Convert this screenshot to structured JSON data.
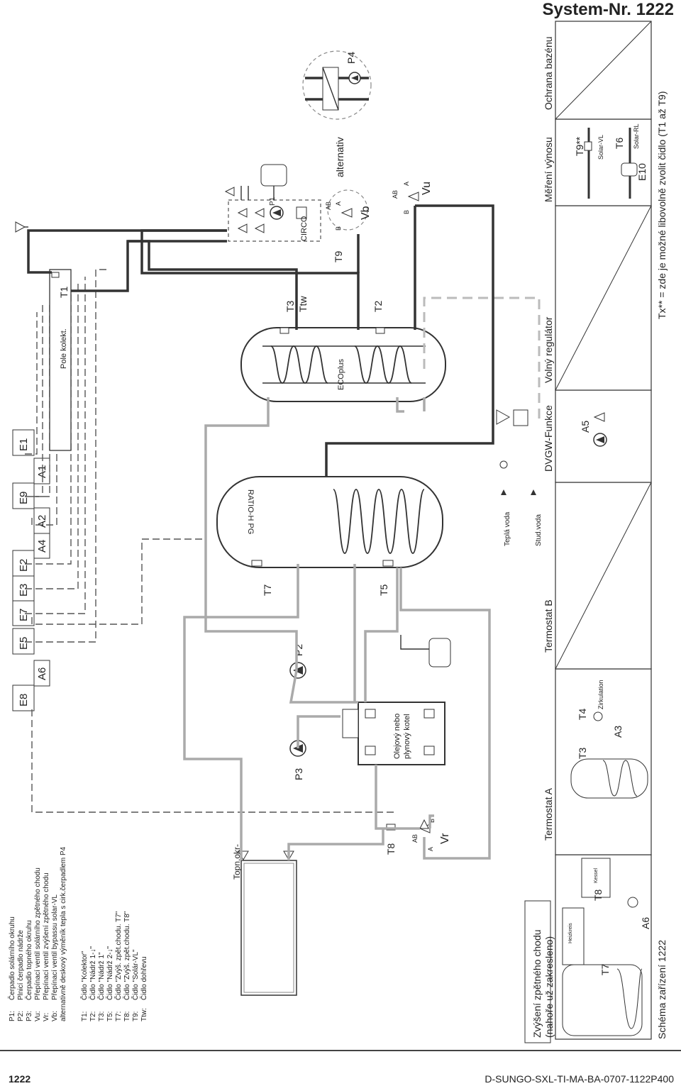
{
  "system_title": "System-Nr. 1222",
  "footer": {
    "page": "1222",
    "code": "D-SUNGO-SXL-TI-MA-BA-0707-1122P400"
  },
  "legend": {
    "pumps_valves": [
      {
        "key": "P1:",
        "text": "Čerpadlo solárního okruhu"
      },
      {
        "key": "P2:",
        "text": "Plnicí čerpadlo nádrže"
      },
      {
        "key": "P3:",
        "text": "Čerpadlo topného okruhu"
      },
      {
        "key": "Vu:",
        "text": "Přepínací ventil solárního zpětného chodu"
      },
      {
        "key": "Vr:",
        "text": "Přepínací ventil zvýšení zpětného chodu"
      },
      {
        "key": "Vb:",
        "text": "Přepínací ventil bypassu solar-VL"
      },
      {
        "key": "",
        "text": "alternativně deskový výměník tepla s cirk.čerpadlem P4"
      }
    ],
    "sensors": [
      {
        "key": "T1:",
        "text": "Čidlo \"Kolektor\""
      },
      {
        "key": "T2:",
        "text": "Čidlo \"Nádrž 1-↓\""
      },
      {
        "key": "T3:",
        "text": "Čidlo \"Nádrž 1\""
      },
      {
        "key": "T5:",
        "text": "Čidlo \"Nádrž 2-↓\""
      },
      {
        "key": "T7:",
        "text": "Čidlo \"Zvýš. zpět.chodu. T7\""
      },
      {
        "key": "T8:",
        "text": "Čidlo \"Zvýš. zpět.chodu. T8\""
      },
      {
        "key": "T9:",
        "text": "Čidlo \"Solár-VL\""
      },
      {
        "key": "Ttw:",
        "text": "Čidlo dohřevu"
      }
    ]
  },
  "terminals": {
    "top_row": [
      "E8",
      "E5",
      "E7",
      "E3",
      "E2",
      "E9",
      "E1"
    ],
    "bottom_row": [
      "A6",
      "A4",
      "A2",
      "A1"
    ]
  },
  "components": {
    "collector": "Pole kolekt.",
    "collector_sensor": "T1",
    "tank_eco": "ECOplus",
    "tank_ratio": "RATIO-H PG",
    "boiler": "Olejový nebo plynový kotel",
    "heating_circuit": "Topn.okr-",
    "circo": "CIRCO",
    "alternativ": "alternativ",
    "hot_water": "Teplá voda",
    "cold_water": "Stud.voda",
    "labels": {
      "T3": "T3",
      "Ttw": "Ttw",
      "T2": "T2",
      "T9": "T9",
      "T7": "T7",
      "T5": "T5",
      "T8": "T8",
      "P1": "P1",
      "P2": "P2",
      "P3": "P3",
      "P4": "P4",
      "Vu": "Vu",
      "Vb": "Vb",
      "Vr": "Vr",
      "A": "A",
      "B": "B",
      "AB": "AB"
    }
  },
  "panels": [
    {
      "title": "Zvýšení zpětného chodu",
      "subtitle": "(nahoře už zakresleno)",
      "labels": [
        "T7",
        "T8",
        "A6",
        "Heizkreis",
        "Kessel"
      ]
    },
    {
      "title": "Termostat A",
      "labels": [
        "T3",
        "T4",
        "A3",
        "Zirkulation"
      ]
    },
    {
      "title": "Termostat B",
      "labels": []
    },
    {
      "title": "DVGW-Funkce",
      "labels": [
        "A5"
      ]
    },
    {
      "title": "Volný regulátor",
      "labels": []
    },
    {
      "title": "Měření výnosu",
      "labels": [
        "T9**",
        "Solar-VL",
        "T6",
        "Solar-RL",
        "E10"
      ]
    },
    {
      "title": "Ochrana bazénu",
      "labels": []
    }
  ],
  "panel_footer": {
    "left": "Schéma zařízení 1222",
    "right": "Tx** = zde je možné libovolně zvolit čidlo (T1 až T9)"
  }
}
